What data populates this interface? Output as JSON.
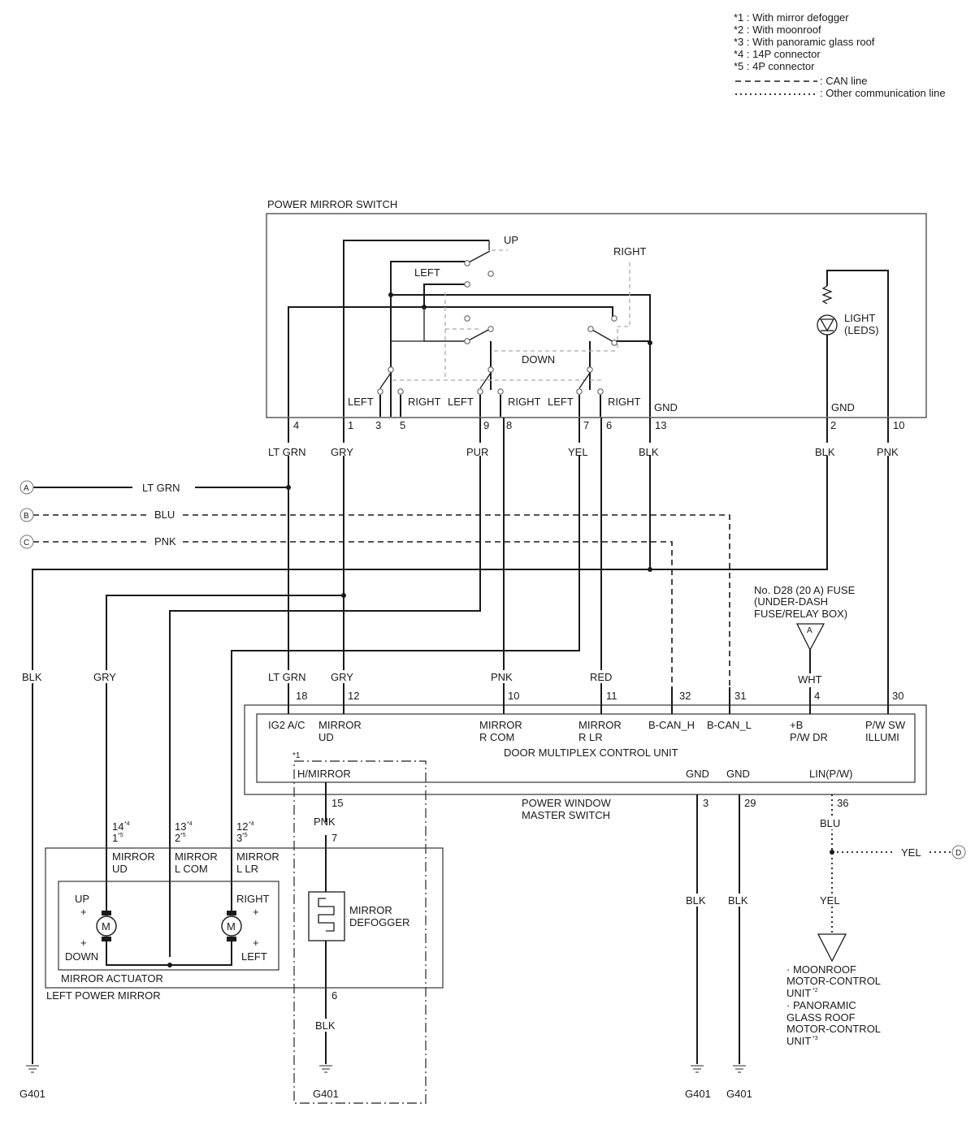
{
  "legend": {
    "notes": [
      "*1 : With mirror defogger",
      "*2 : With moonroof",
      "*3 : With panoramic glass roof",
      "*4 : 14P connector",
      "*5 : 4P connector"
    ],
    "can_line": ": CAN line",
    "other_line": ": Other communication line"
  },
  "power_mirror_switch": {
    "title": "POWER MIRROR SWITCH",
    "up": "UP",
    "down": "DOWN",
    "left": "LEFT",
    "right": "RIGHT",
    "lower_labels": [
      "LEFT",
      "RIGHT",
      "LEFT",
      "RIGHT",
      "LEFT",
      "RIGHT"
    ],
    "gnd": "GND",
    "gnd2": "GND",
    "light": "LIGHT",
    "leds": "(LEDS)",
    "pins": [
      "4",
      "1",
      "3",
      "5",
      "9",
      "8",
      "7",
      "6",
      "13",
      "2",
      "10"
    ]
  },
  "wire_colors_top": [
    "LT GRN",
    "GRY",
    "PUR",
    "YEL",
    "BLK",
    "BLK",
    "PNK"
  ],
  "connectors": {
    "a": {
      "letter": "A",
      "color": "LT GRN"
    },
    "b": {
      "letter": "B",
      "color": "BLU"
    },
    "c": {
      "letter": "C",
      "color": "PNK"
    },
    "d": {
      "letter": "D",
      "color": "YEL"
    }
  },
  "fuse": {
    "line1": "No. D28 (20 A) FUSE",
    "line2": "(UNDER-DASH",
    "line3": "FUSE/RELAY BOX)",
    "letter": "A",
    "wire": "WHT"
  },
  "wire_colors_mid": [
    "BLK",
    "GRY",
    "LT GRN",
    "GRY",
    "PNK",
    "RED"
  ],
  "door_multiplex": {
    "title": "DOOR MULTIPLEX CONTROL UNIT",
    "outer_title_1": "POWER WINDOW",
    "outer_title_2": "MASTER SWITCH",
    "pins_top": [
      "18",
      "12",
      "10",
      "11",
      "32",
      "31",
      "4",
      "30"
    ],
    "terminals": {
      "ig2": "IG2 A/C",
      "mirror_ud_1": "MIRROR",
      "mirror_ud_2": "UD",
      "mirror_rcom_1": "MIRROR",
      "mirror_rcom_2": "R COM",
      "mirror_rlr_1": "MIRROR",
      "mirror_rlr_2": "R LR",
      "bcan_h": "B-CAN_H",
      "bcan_l": "B-CAN_L",
      "b_plus_1": "+B",
      "b_plus_2": "P/W DR",
      "pw_sw_1": "P/W SW",
      "pw_sw_2": "ILLUMI",
      "h_mirror": "H/MIRROR",
      "gnd1": "GND",
      "gnd2": "GND",
      "lin": "LIN(P/W)"
    },
    "pins_bottom": [
      "15",
      "3",
      "29",
      "36"
    ]
  },
  "left_power_mirror": {
    "title": "LEFT POWER MIRROR",
    "actuator": "MIRROR ACTUATOR",
    "pins": [
      {
        "a": "14",
        "a_note": "*4",
        "b": "1",
        "b_note": "*5"
      },
      {
        "a": "13",
        "a_note": "*4",
        "b": "2",
        "b_note": "*5"
      },
      {
        "a": "12",
        "a_note": "*4",
        "b": "3",
        "b_note": "*5"
      }
    ],
    "mirror_ud_1": "MIRROR",
    "mirror_ud_2": "UD",
    "mirror_lcom_1": "MIRROR",
    "mirror_lcom_2": "L COM",
    "mirror_llr_1": "MIRROR",
    "mirror_llr_2": "L LR",
    "up": "UP",
    "down": "DOWN",
    "right": "RIGHT",
    "left": "LEFT",
    "plus": "+",
    "motor": "M"
  },
  "defogger": {
    "note": "*1",
    "label_1": "MIRROR",
    "label_2": "DEFOGGER",
    "wire_top": "PNK",
    "pin_top": "7",
    "pin_bottom": "6",
    "wire_bottom": "BLK"
  },
  "lower_wires": {
    "gnd1": "BLK",
    "gnd2": "BLK",
    "lin_top": "BLU",
    "lin_bottom": "YEL"
  },
  "moonroof": {
    "line1": "· MOONROOF",
    "line2": "MOTOR-CONTROL",
    "line3": "UNIT",
    "note3": "*2",
    "line4": "· PANORAMIC",
    "line5": "GLASS ROOF",
    "line6": "MOTOR-CONTROL",
    "line7": "UNIT",
    "note7": "*3"
  },
  "grounds": [
    "G401",
    "G401",
    "G401",
    "G401"
  ]
}
